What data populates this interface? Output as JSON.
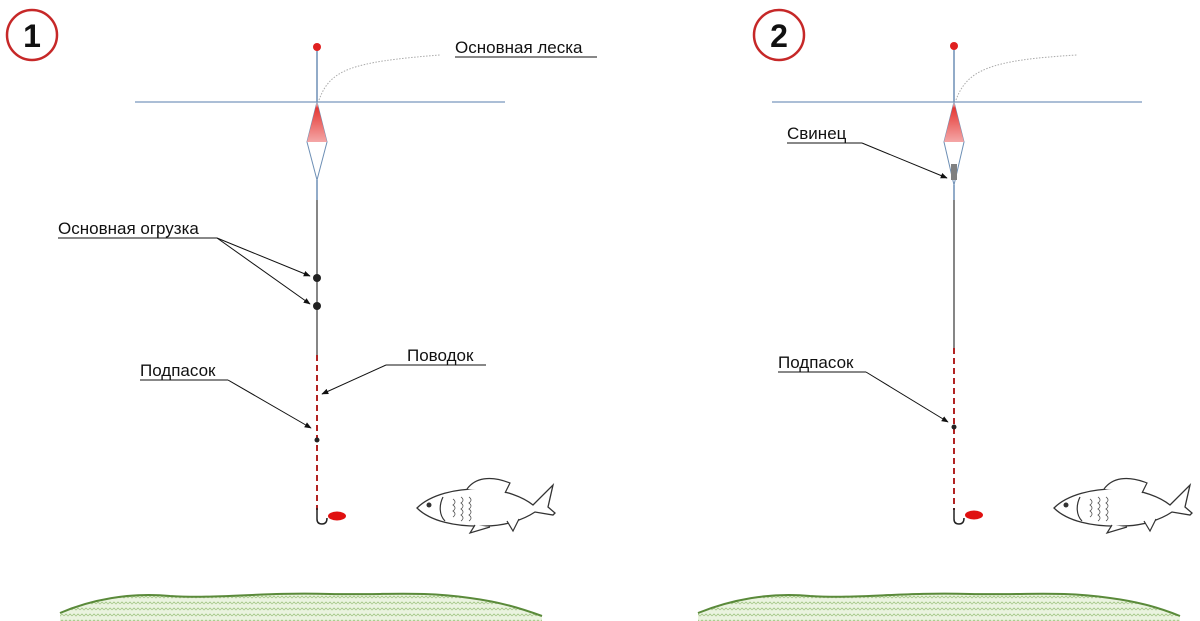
{
  "diagram_1": {
    "number": "1",
    "labels": {
      "main_line": "Основная леска",
      "main_weight": "Основная огрузка",
      "leader": "Поводок",
      "shot": "Подпасок"
    }
  },
  "diagram_2": {
    "number": "2",
    "labels": {
      "lead": "Свинец",
      "shot": "Подпасок"
    }
  },
  "colors": {
    "badge_ring": "#c62828",
    "water_line": "#8fa9c9",
    "float_tip": "#e02020",
    "leader_dash": "#b22222",
    "bait": "#e01010",
    "bottom_line": "#5a8a3a",
    "bottom_fill": "#cfe3b8"
  }
}
